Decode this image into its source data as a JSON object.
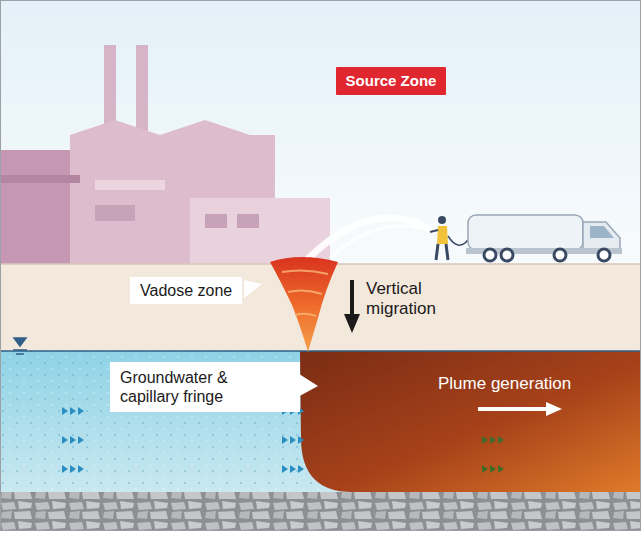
{
  "diagram": {
    "nodes": [
      {
        "text": [
          "Source Zone"
        ]
      },
      {
        "text": [
          "Vadose zone"
        ]
      },
      {
        "text": [
          "Groundwater & capillary fringe"
        ]
      }
    ],
    "labels": [
      "Vertical migration",
      "Plume generation"
    ]
  }
}
